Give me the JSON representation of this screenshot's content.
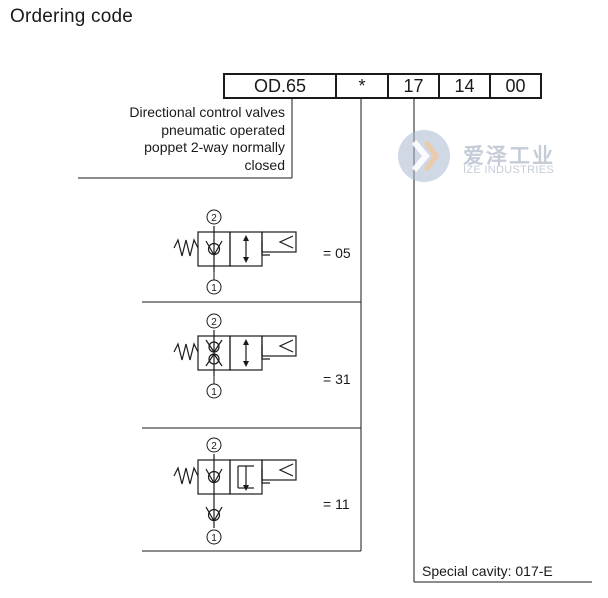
{
  "title": "Ordering code",
  "code": [
    "OD.65",
    "*",
    "17",
    "14",
    "00"
  ],
  "description": [
    "Directional control valves",
    "pneumatic operated",
    "poppet 2-way normally",
    "closed"
  ],
  "options": [
    {
      "label": "= 05",
      "port_top": "2",
      "port_bottom": "1"
    },
    {
      "label": "= 31",
      "port_top": "2",
      "port_bottom": "1"
    },
    {
      "label": "= 11",
      "port_top": "2",
      "port_bottom": "1"
    }
  ],
  "special": "Special cavity: 017-E",
  "watermark": {
    "cn": "爱泽工业",
    "en": "IZE INDUSTRIES"
  },
  "colors": {
    "line": "#1a1a1a",
    "watermark": "#c5ccd8",
    "logo": "#a9b6cf"
  }
}
